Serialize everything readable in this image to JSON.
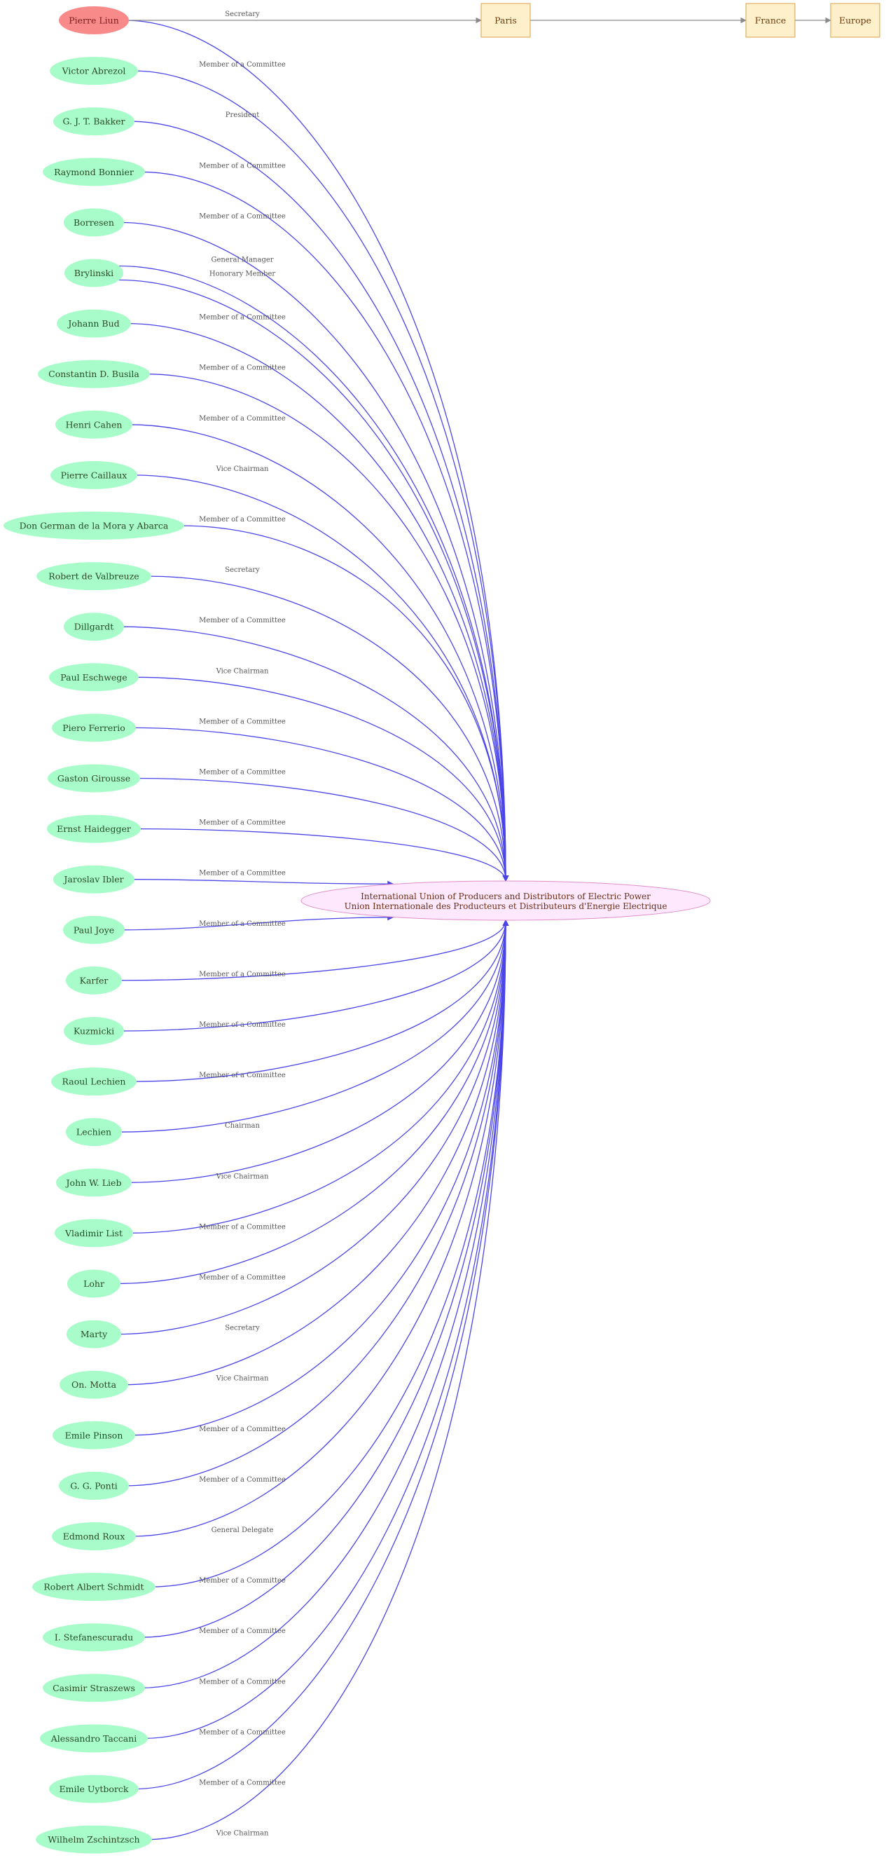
{
  "colors": {
    "person_fill": "#a8fcc9",
    "highlight_fill": "#f88a8a",
    "org_fill": "#fde8fd",
    "org_stroke": "#e08ec8",
    "place_fill": "#fef0ca",
    "place_stroke": "#d9a24a",
    "edge_blue": "#4b45e8",
    "edge_gray": "#8a8a8a"
  },
  "organization": {
    "line1": "International Union of Producers and Distributors of Electric Power",
    "line2": "Union Internationale des Producteurs et Distributeurs d'Energie Electrique"
  },
  "places": [
    {
      "label": "Paris"
    },
    {
      "label": "France"
    },
    {
      "label": "Europe"
    }
  ],
  "people": [
    {
      "name": "Pierre Liun",
      "role": "Secretary",
      "highlight": true
    },
    {
      "name": "Victor Abrezol",
      "role": "Member of a Committee"
    },
    {
      "name": "G. J. T. Bakker",
      "role": "President"
    },
    {
      "name": "Raymond Bonnier",
      "role": "Member of a Committee"
    },
    {
      "name": "Borresen",
      "role": "Member of a Committee"
    },
    {
      "name": "Brylinski",
      "roles": [
        "General Manager",
        "Honorary Member"
      ]
    },
    {
      "name": "Johann Bud",
      "role": "Member of a Committee"
    },
    {
      "name": "Constantin D. Busila",
      "role": "Member of a Committee"
    },
    {
      "name": "Henri Cahen",
      "role": "Member of a Committee"
    },
    {
      "name": "Pierre Caillaux",
      "role": "Vice Chairman"
    },
    {
      "name": "Don German  de la Mora y Abarca",
      "role": "Member of a Committee"
    },
    {
      "name": "Robert de Valbreuze",
      "role": "Secretary"
    },
    {
      "name": "Dillgardt",
      "role": "Member of a Committee"
    },
    {
      "name": "Paul Eschwege",
      "role": "Vice Chairman"
    },
    {
      "name": "Piero Ferrerio",
      "role": "Member of a Committee"
    },
    {
      "name": "Gaston Girousse",
      "role": "Member of a Committee"
    },
    {
      "name": "Ernst Haidegger",
      "role": "Member of a Committee"
    },
    {
      "name": "Jaroslav Ibler",
      "role": "Member of a Committee"
    },
    {
      "name": "Paul Joye",
      "role": "Member of a Committee"
    },
    {
      "name": "Karfer",
      "role": "Member of a Committee"
    },
    {
      "name": "Kuzmicki",
      "role": "Member of a Committee"
    },
    {
      "name": "Raoul Lechien",
      "role": "Member of a Committee"
    },
    {
      "name": "Lechien",
      "role": "Chairman"
    },
    {
      "name": "John W. Lieb",
      "role": "Vice Chairman"
    },
    {
      "name": "Vladimir List",
      "role": "Member of a Committee"
    },
    {
      "name": "Lohr",
      "role": "Member of a Committee"
    },
    {
      "name": "Marty",
      "role": "Secretary"
    },
    {
      "name": "On. Motta",
      "role": "Vice Chairman"
    },
    {
      "name": "Emile Pinson",
      "role": "Member of a Committee"
    },
    {
      "name": "G. G. Ponti",
      "role": "Member of a Committee"
    },
    {
      "name": "Edmond Roux",
      "role": "General Delegate"
    },
    {
      "name": "Robert Albert Schmidt",
      "role": "Member of a Committee"
    },
    {
      "name": "I. Stefanescuradu",
      "role": "Member of a Committee"
    },
    {
      "name": "Casimir Straszews",
      "role": "Member of a Committee"
    },
    {
      "name": "Alessandro Taccani",
      "role": "Member of a Committee"
    },
    {
      "name": "Emile Uytborck",
      "role": "Member of a Committee"
    },
    {
      "name": "Wilhelm Zschintzsch",
      "role": "Vice Chairman"
    }
  ]
}
